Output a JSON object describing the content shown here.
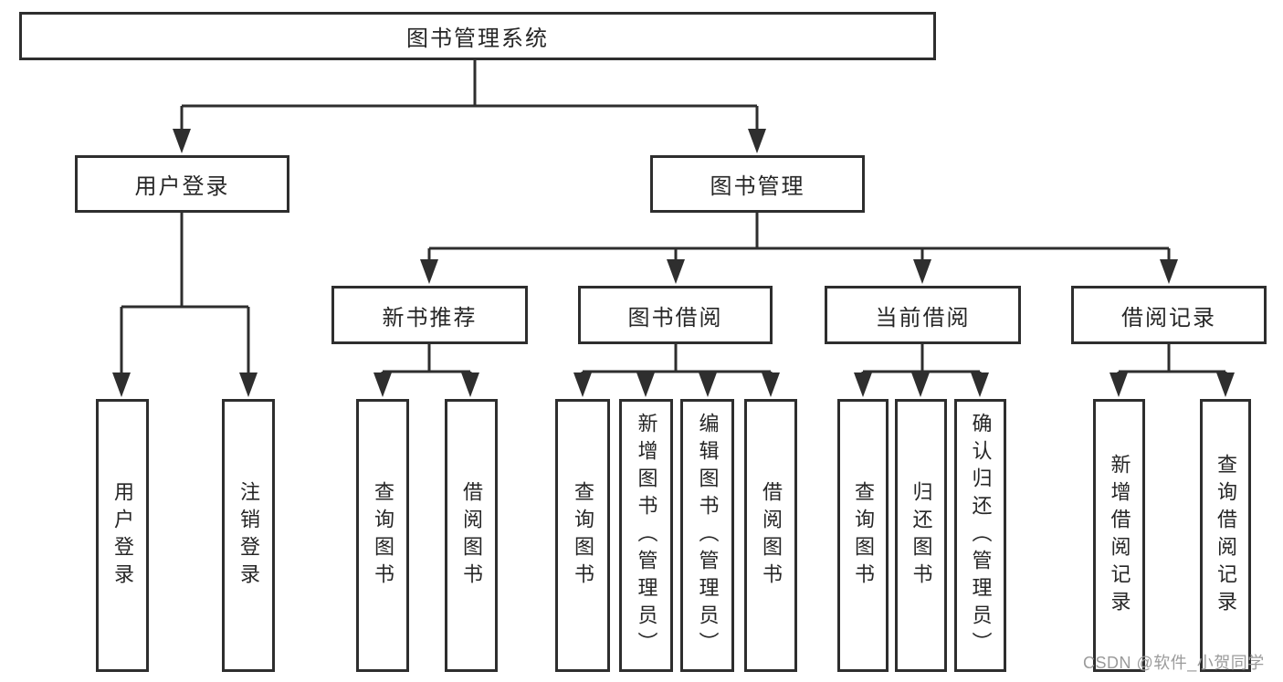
{
  "diagram": {
    "type": "hierarchy-tree",
    "colors": {
      "background": "#ffffff",
      "line": "#2e2e2e",
      "box_border": "#2e2e2e",
      "box_fill": "#ffffff",
      "text": "#262626",
      "watermark": "#9b9b9b"
    },
    "tree": {
      "label": "图书管理系统",
      "children": [
        {
          "label": "用户登录",
          "children": [
            {
              "label": "用户登录"
            },
            {
              "label": "注销登录"
            }
          ]
        },
        {
          "label": "图书管理",
          "children": [
            {
              "label": "新书推荐",
              "children": [
                {
                  "label": "查询图书"
                },
                {
                  "label": "借阅图书"
                }
              ]
            },
            {
              "label": "图书借阅",
              "children": [
                {
                  "label": "查询图书"
                },
                {
                  "label": "新增图书（管理员）"
                },
                {
                  "label": "编辑图书（管理员）"
                },
                {
                  "label": "借阅图书"
                }
              ]
            },
            {
              "label": "当前借阅",
              "children": [
                {
                  "label": "查询图书"
                },
                {
                  "label": "归还图书"
                },
                {
                  "label": "确认归还（管理员）"
                }
              ]
            },
            {
              "label": "借阅记录",
              "children": [
                {
                  "label": "新增借阅记录"
                },
                {
                  "label": "查询借阅记录"
                }
              ]
            }
          ]
        }
      ]
    },
    "watermark": "CSDN @软件_小贺同学"
  }
}
